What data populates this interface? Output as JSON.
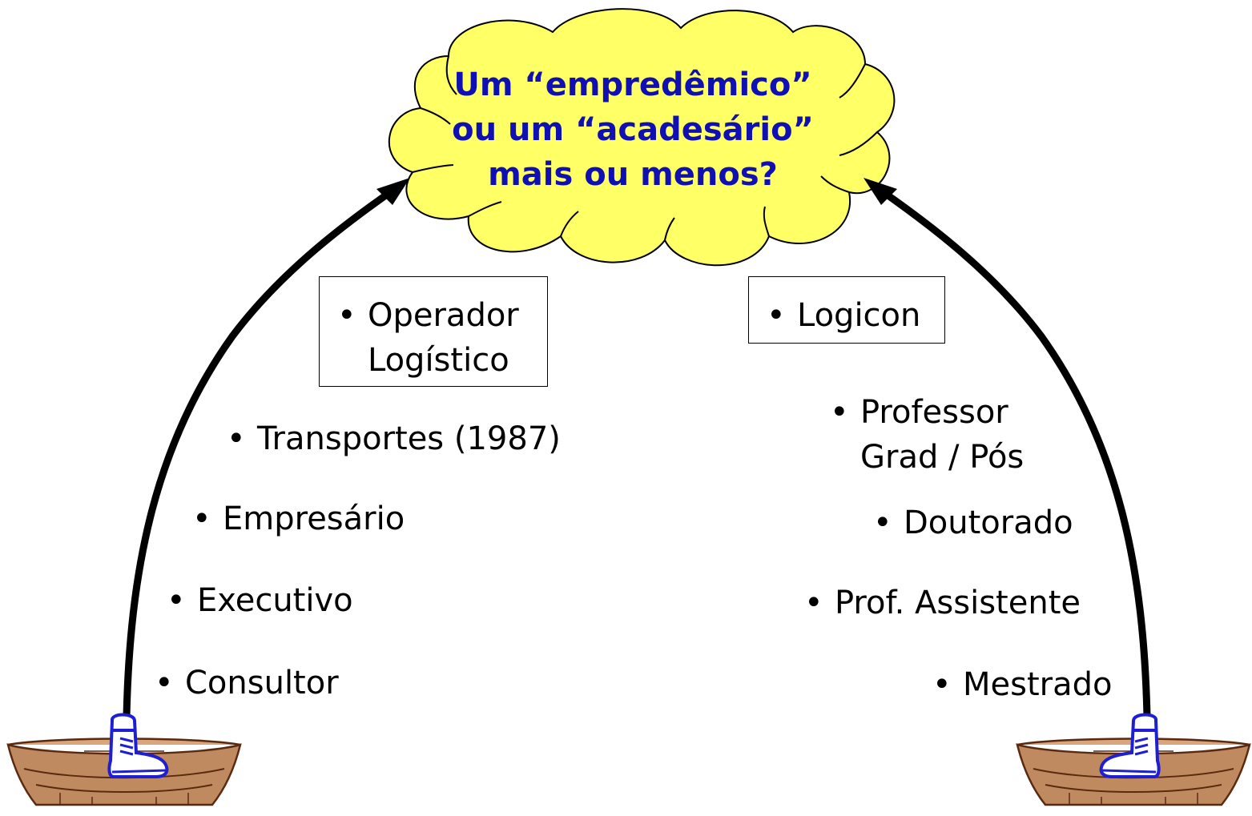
{
  "cloud": {
    "lines": [
      "Um “empredêmico”",
      "ou um “acadesário”",
      "mais ou menos?"
    ],
    "fill": "#ffff66",
    "text_color": "#0f0fb4"
  },
  "left_path": {
    "boxed_item": {
      "line1": "Operador",
      "line2": "Logístico"
    },
    "items": [
      {
        "label": "Transportes (1987)"
      },
      {
        "label": "Empresário"
      },
      {
        "label": "Executivo"
      },
      {
        "label": "Consultor"
      }
    ]
  },
  "right_path": {
    "boxed_item": {
      "line1": "Logicon"
    },
    "items": [
      {
        "line1": "Professor",
        "line2": "Grad / Pós"
      },
      {
        "label": "Doutorado"
      },
      {
        "label": "Prof. Assistente"
      },
      {
        "label": "Mestrado"
      }
    ]
  },
  "bullet": "•",
  "colors": {
    "arrow": "#000000",
    "boot": "#1e1ed2",
    "canoe": "#c08a60",
    "canoe_outline": "#5a2a10"
  },
  "icons": [
    "cloud-shape",
    "arrow-left",
    "arrow-right",
    "boot-icon",
    "canoe-icon"
  ]
}
